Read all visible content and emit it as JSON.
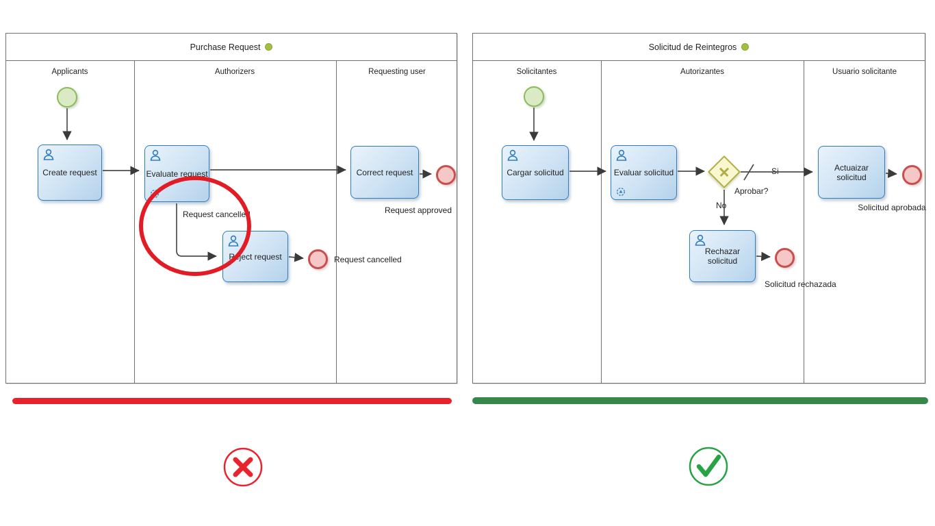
{
  "colors": {
    "task_border": "#2f7cc0",
    "start_event_border": "#8abc59",
    "end_event_border": "#c94f4f",
    "gateway_border": "#b2ae45",
    "fail_accent": "#e8242e",
    "pass_accent": "#27a343",
    "status_dot": "#a2bf3f"
  },
  "left_diagram": {
    "title": "Purchase Request",
    "lanes": [
      "Applicants",
      "Authorizers",
      "Requesting user"
    ],
    "tasks": {
      "create": "Create request",
      "evaluate": "Evaluate request",
      "correct": "Correct request",
      "reject": "Reject request"
    },
    "flow_labels": {
      "cancelled": "Request cancelled"
    },
    "end_labels": {
      "approved": "Request approved",
      "cancelled": "Request cancelled"
    }
  },
  "right_diagram": {
    "title": "Solicitud de Reintegros",
    "lanes": [
      "Solicitantes",
      "Autorizantes",
      "Usuario solicitante"
    ],
    "tasks": {
      "cargar": "Cargar solicitud",
      "evaluar": "Evaluar solicitud",
      "actuaizar": "Actuaizar solicitud",
      "rechazar": "Rechazar solicitud"
    },
    "gateway_label": "Aprobar?",
    "branch_labels": {
      "yes": "Si",
      "no": "No"
    },
    "end_labels": {
      "approved": "Solicitud aprobada",
      "rejected": "Solicitud rechazada"
    }
  }
}
